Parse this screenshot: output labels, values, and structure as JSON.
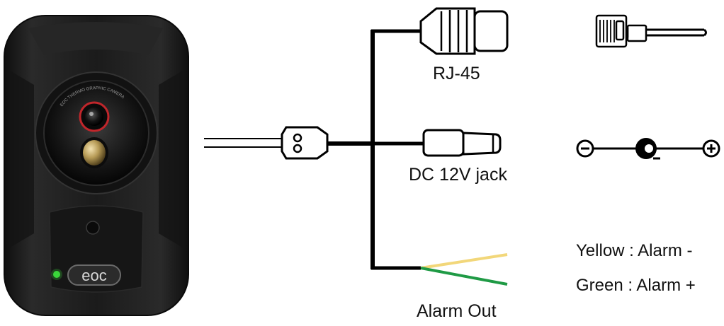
{
  "camera": {
    "brand_logo": "eoc",
    "lens_ring_text": "EOC THERMO GRAPHIC CAMERA"
  },
  "labels": {
    "rj45": "RJ-45",
    "dc_jack": "DC 12V jack",
    "alarm_out": "Alarm Out"
  },
  "legend": {
    "yellow": "Yellow : Alarm -",
    "green": "Green : Alarm +"
  },
  "colors": {
    "camera_body": "#1e1e1e",
    "status_led": "#3ad63a",
    "wire_yellow": "#f2d77a",
    "wire_green": "#1f9a45",
    "line": "#000000"
  },
  "icons": {
    "rj45_plug": "rj45-plug-icon",
    "dc_polarity": "dc-polarity-icon",
    "minus": "minus-icon",
    "plus": "plus-icon"
  }
}
